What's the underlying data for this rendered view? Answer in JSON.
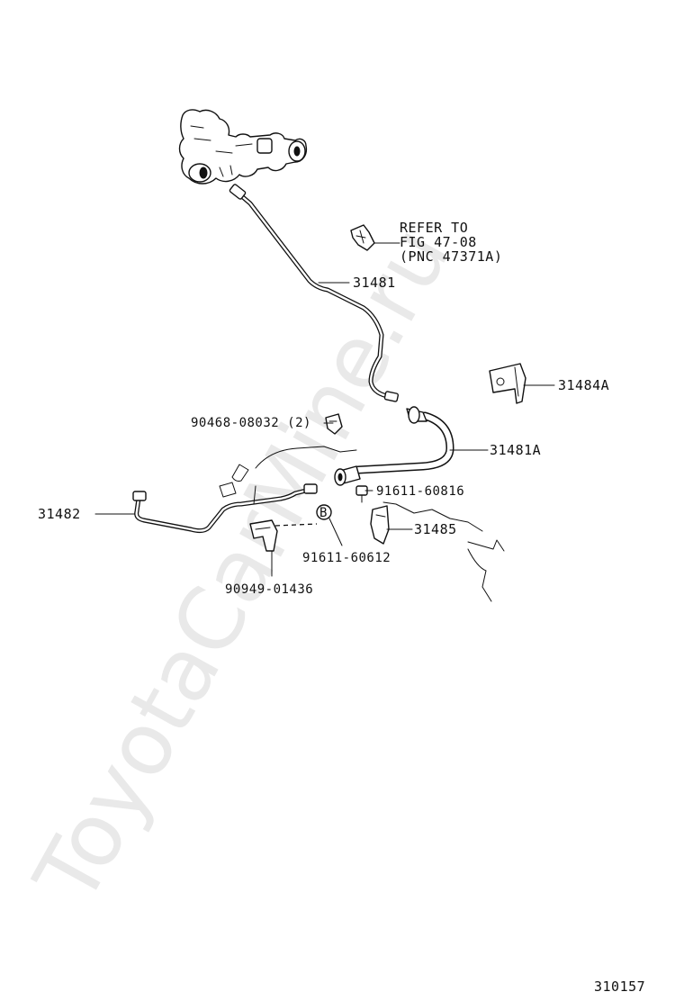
{
  "watermark": "ToyotaCarMine.ru",
  "refer_note": {
    "line1": "REFER TO",
    "line2": "FIG 47-08",
    "line3": "(PNC 47371A)"
  },
  "parts": {
    "p31481": "31481",
    "p31484A": "31484A",
    "p90468": "90468-08032 (2)",
    "p31481A": "31481A",
    "p91611_60816": "91611-60816",
    "p31482": "31482",
    "p31485": "31485",
    "p91611_60612": "91611-60612",
    "p90949": "90949-01436"
  },
  "symbol_b": "B",
  "figure_number": "310157"
}
